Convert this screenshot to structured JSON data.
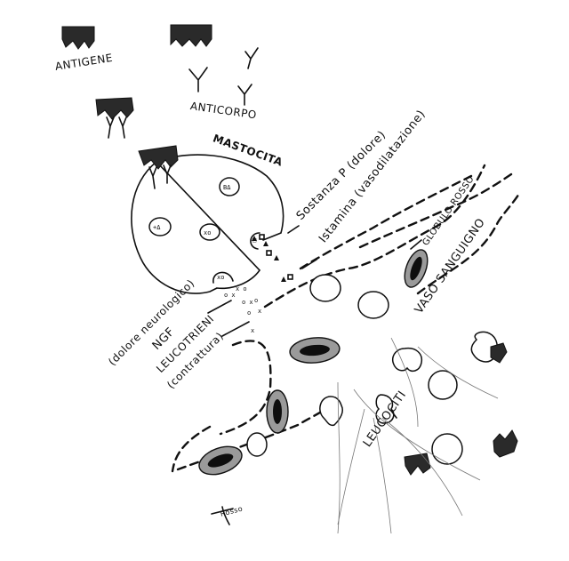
{
  "labels": {
    "antigene": "ANTIGENE",
    "anticorpo": "ANTICORPO",
    "mastocita": "MASTOCITA",
    "sostanza_p": "Sostanza P (dolore)",
    "istamina": "Istamina (vasodilatazione)",
    "globulo_rosso": "GLOBULO ROSSO",
    "vaso_sanguigno": "VASO SANGUIGNO",
    "ngf": "NGF",
    "ngf_note": "(dolore neurologico)",
    "leucotrieni": "LEUCOTRIENI",
    "leucotrieni_note": "(contrattura)",
    "leucociti": "LEUCOCITI"
  },
  "granules": {
    "g1": "BΔ",
    "g2": "+Δ",
    "g3": "xo",
    "g4": "□",
    "g5": "xo"
  },
  "signature": "Rosso"
}
